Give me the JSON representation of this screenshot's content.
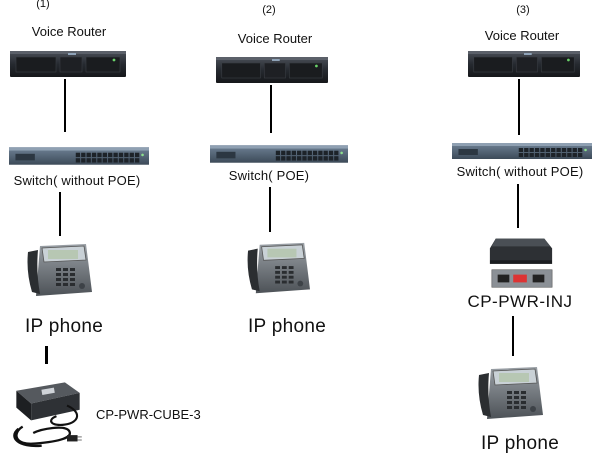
{
  "columns": [
    {
      "number": "(1)",
      "router_label": "Voice Router",
      "switch_label": "Switch( without POE)",
      "phone_label": "IP phone",
      "power_label": "CP-PWR-CUBE-3"
    },
    {
      "number": "(2)",
      "router_label": "Voice Router",
      "switch_label": "Switch( POE)",
      "phone_label": "IP phone"
    },
    {
      "number": "(3)",
      "router_label": "Voice Router",
      "switch_label": "Switch( without POE)",
      "injector_label": "CP-PWR-INJ",
      "phone_label": "IP phone"
    }
  ]
}
